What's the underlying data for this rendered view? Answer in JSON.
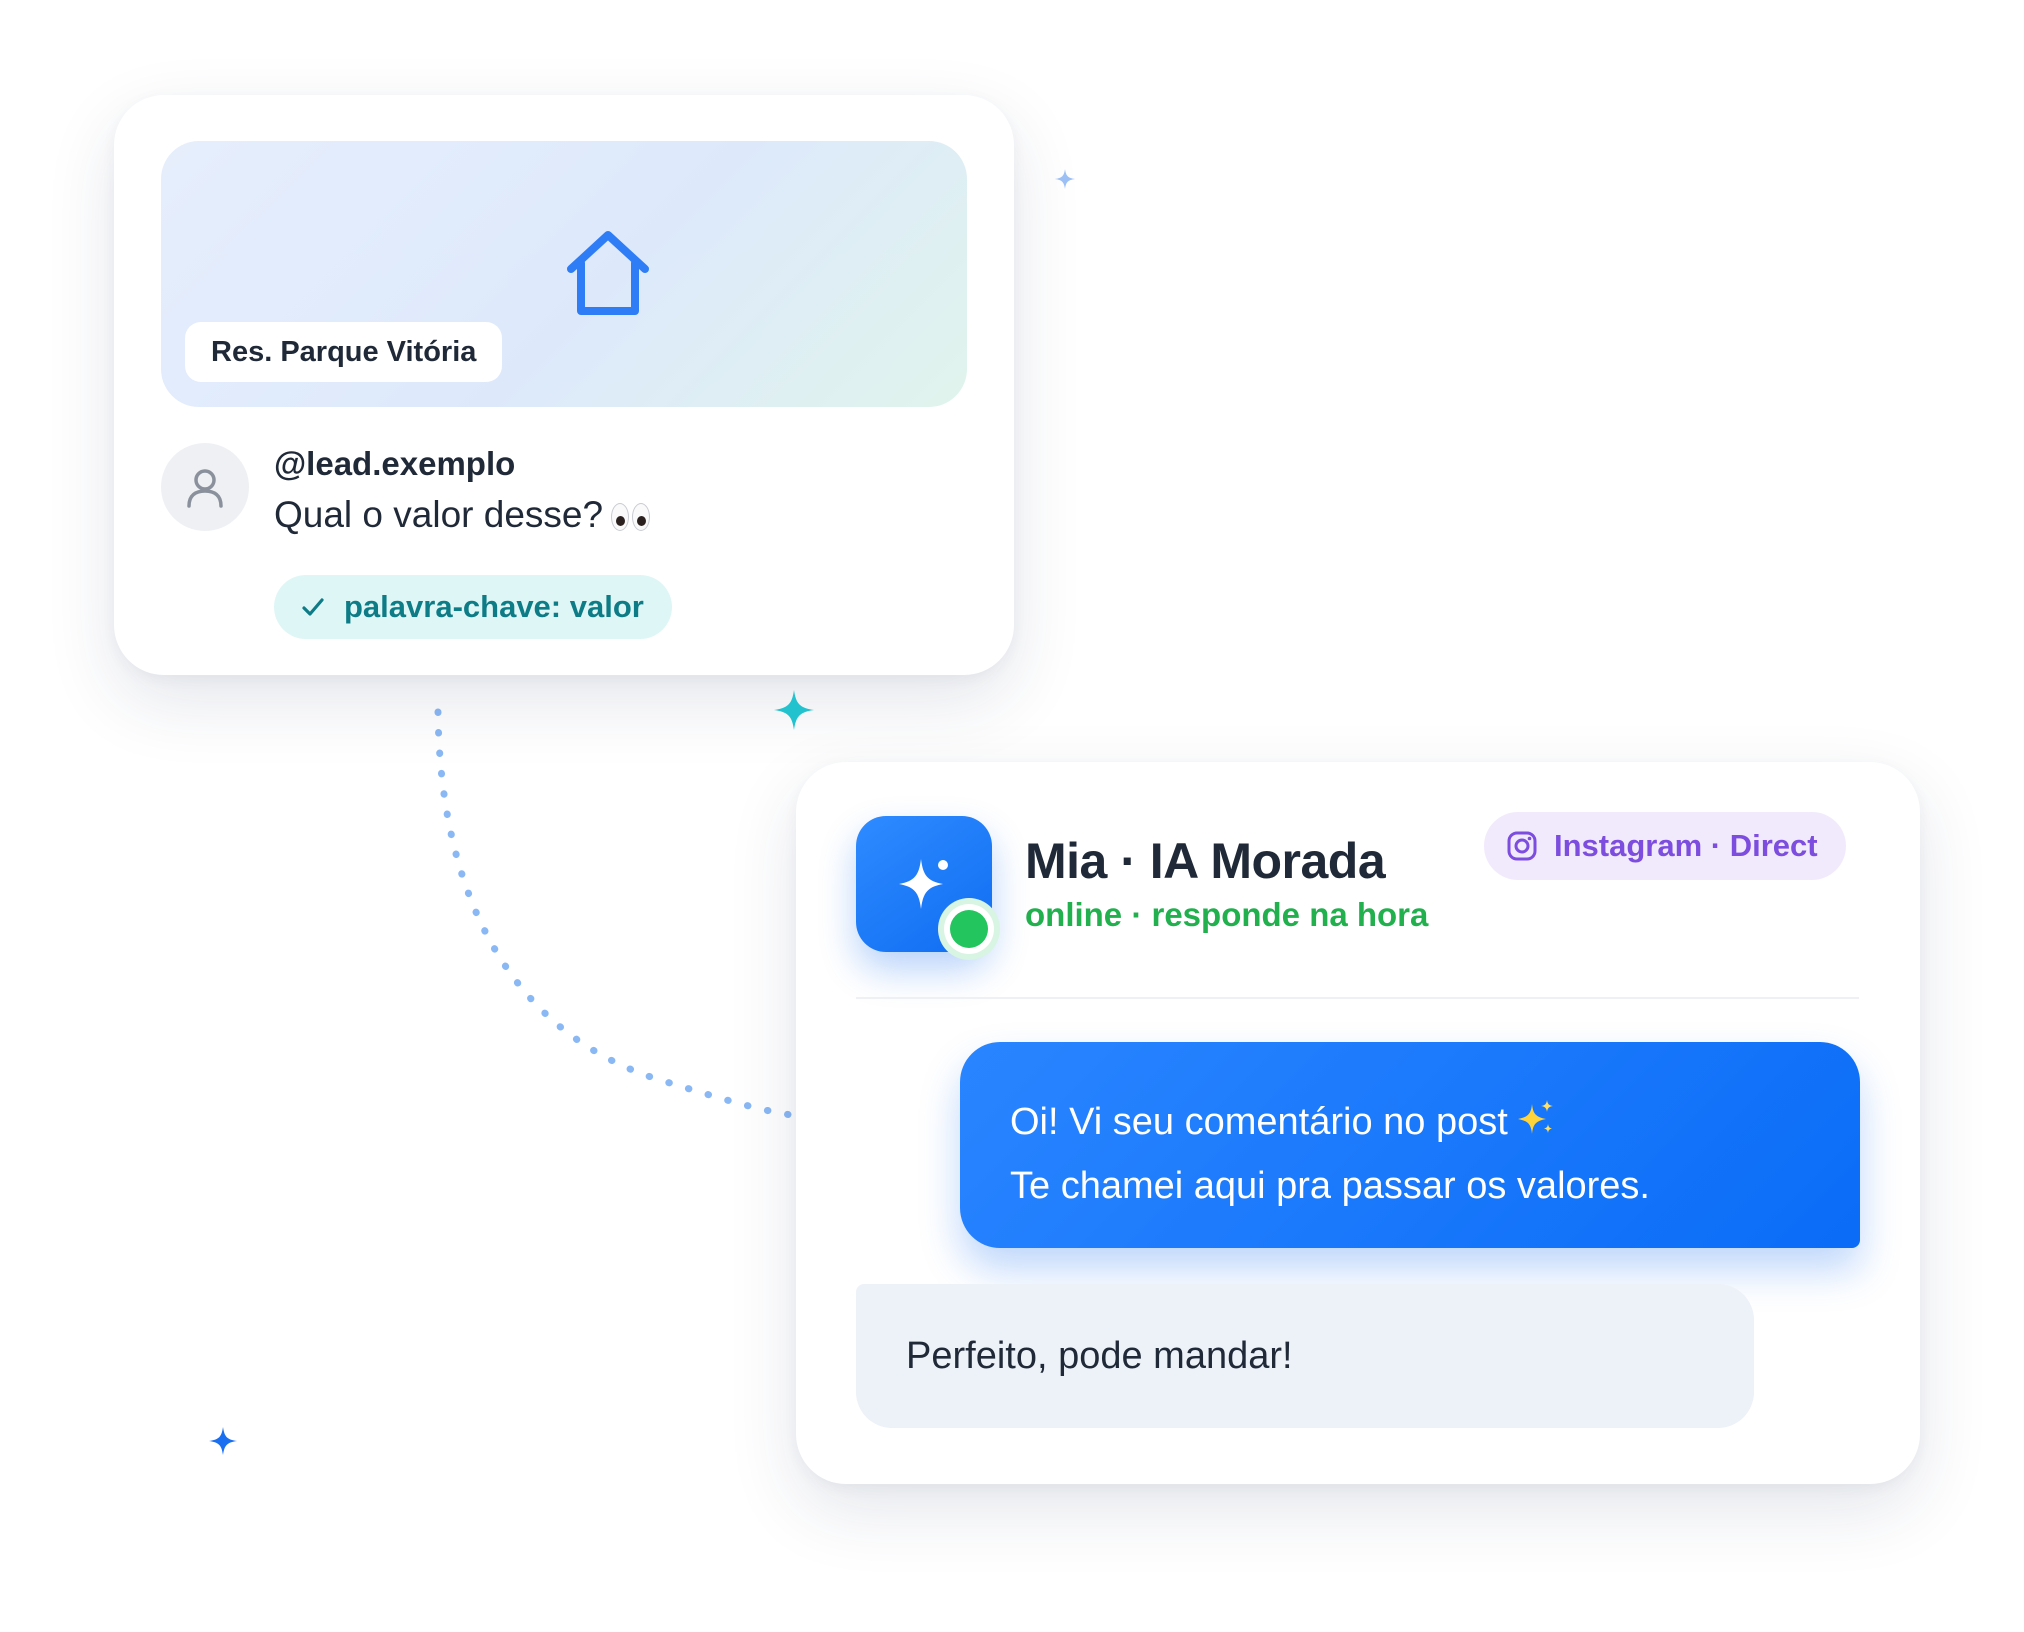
{
  "post": {
    "property_name": "Res. Parque Vitória",
    "username": "@lead.exemplo",
    "comment": "Qual o valor desse?",
    "keyword_badge": "palavra-chave: valor"
  },
  "chat": {
    "bot_name": "Mia · IA Morada",
    "bot_status": "online · responde na hora",
    "channel": "Instagram · Direct",
    "messages": {
      "outgoing_line1": "Oi! Vi seu comentário no post",
      "outgoing_line2": "Te chamei aqui pra passar os valores.",
      "incoming": "Perfeito, pode mandar!"
    }
  },
  "colors": {
    "accent_blue": "#0f6df2",
    "online_green": "#22c55e",
    "keyword_teal": "#0e7c86",
    "instagram_purple": "#7c4dde"
  },
  "icons": {
    "property": "house-icon",
    "user": "user-icon",
    "keyword": "check-icon",
    "bot": "sparkle-icon",
    "channel": "instagram-icon"
  }
}
